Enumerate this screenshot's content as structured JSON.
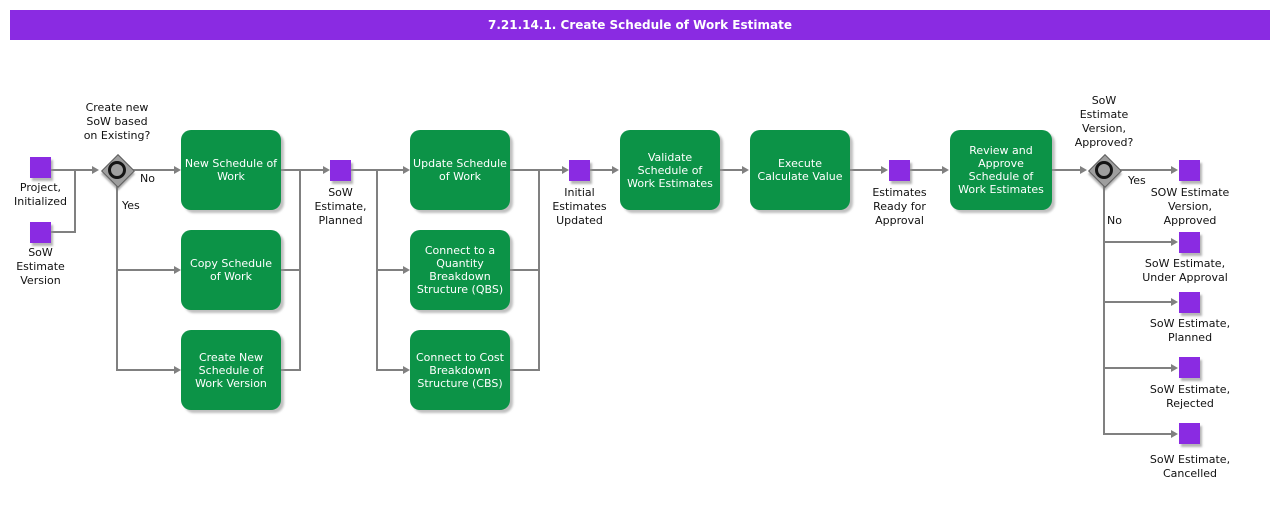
{
  "header": {
    "title": "7.21.14.1. Create Schedule of Work Estimate"
  },
  "colors": {
    "header_background": "#8A2BE2",
    "activity_green": "#0C9347",
    "state_purple": "#8A2BE2",
    "connector_gray": "#808080"
  },
  "diagram": {
    "activities": [
      {
        "label": "New Schedule of\nWork"
      },
      {
        "label": "Copy Schedule\nof Work"
      },
      {
        "label": "Create New\nSchedule of\nWork Version"
      },
      {
        "label": "Update Schedule\nof Work"
      },
      {
        "label": "Connect to a\nQuantity\nBreakdown\nStructure (QBS)"
      },
      {
        "label": "Connect to Cost\nBreakdown\nStructure (CBS)"
      },
      {
        "label": "Validate\nSchedule of\nWork Estimates"
      },
      {
        "label": "Execute\nCalculate Value"
      },
      {
        "label": "Review and\nApprove\nSchedule of\nWork Estimates"
      }
    ],
    "states": [
      {
        "label": "Project,\nInitialized"
      },
      {
        "label": "SoW\nEstimate\nVersion"
      },
      {
        "label": "SoW\nEstimate,\nPlanned"
      },
      {
        "label": "Initial\nEstimates\nUpdated"
      },
      {
        "label": "Estimates\nReady for\nApproval"
      },
      {
        "label": "SOW Estimate\nVersion,\nApproved"
      },
      {
        "label": "SoW Estimate,\nUnder Approval"
      },
      {
        "label": "SoW Estimate,\nPlanned"
      },
      {
        "label": "SoW Estimate,\nRejected"
      },
      {
        "label": "SoW Estimate,\nCancelled"
      }
    ],
    "gateways": [
      {
        "question": "Create new\nSoW based\non Existing?",
        "yes_label": "Yes",
        "no_label": "No"
      },
      {
        "question": "SoW\nEstimate\nVersion,\nApproved?",
        "yes_label": "Yes",
        "no_label": "No"
      }
    ]
  }
}
